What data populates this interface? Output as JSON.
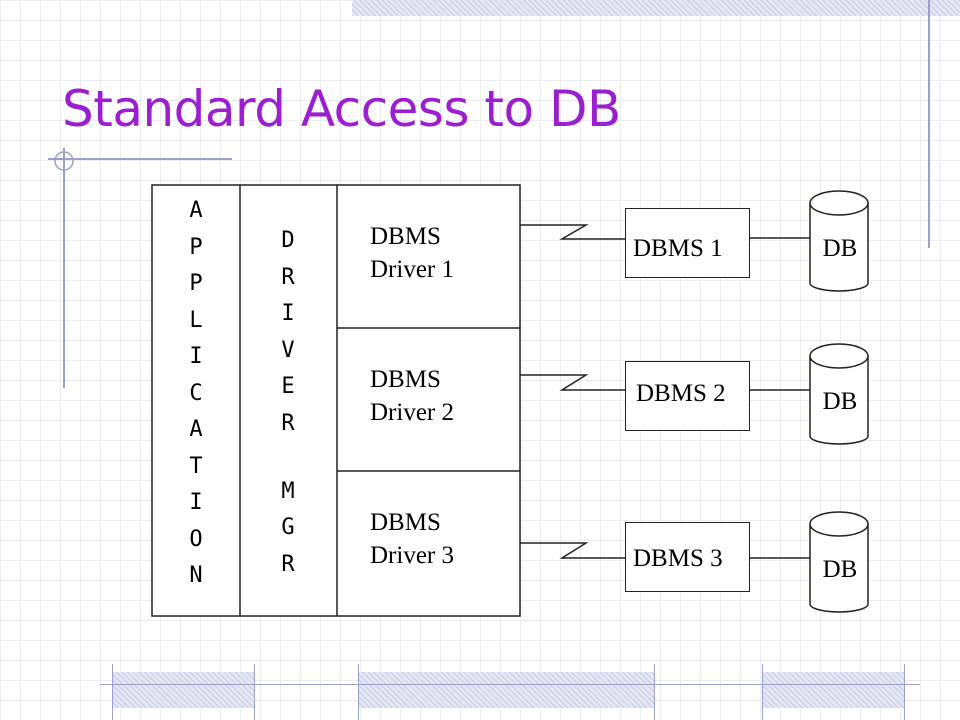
{
  "title": "Standard Access to DB",
  "application": {
    "letters": [
      "A",
      "P",
      "P",
      "L",
      "I",
      "C",
      "A",
      "T",
      "I",
      "O",
      "N"
    ]
  },
  "driver_manager": {
    "letters": [
      "D",
      "R",
      "I",
      "V",
      "E",
      "R",
      "M",
      "G",
      "R"
    ]
  },
  "drivers": [
    {
      "line1": "DBMS",
      "line2": "Driver 1"
    },
    {
      "line1": "DBMS",
      "line2": "Driver 2"
    },
    {
      "line1": "DBMS",
      "line2": "Driver 3"
    }
  ],
  "dbms": [
    {
      "label": "DBMS 1"
    },
    {
      "label": "DBMS 2"
    },
    {
      "label": "DBMS 3"
    }
  ],
  "databases": [
    {
      "label": "DB"
    },
    {
      "label": "DB"
    },
    {
      "label": "DB"
    }
  ],
  "colors": {
    "title": "#9b1ed1",
    "decoration": "#9aa0c8"
  }
}
